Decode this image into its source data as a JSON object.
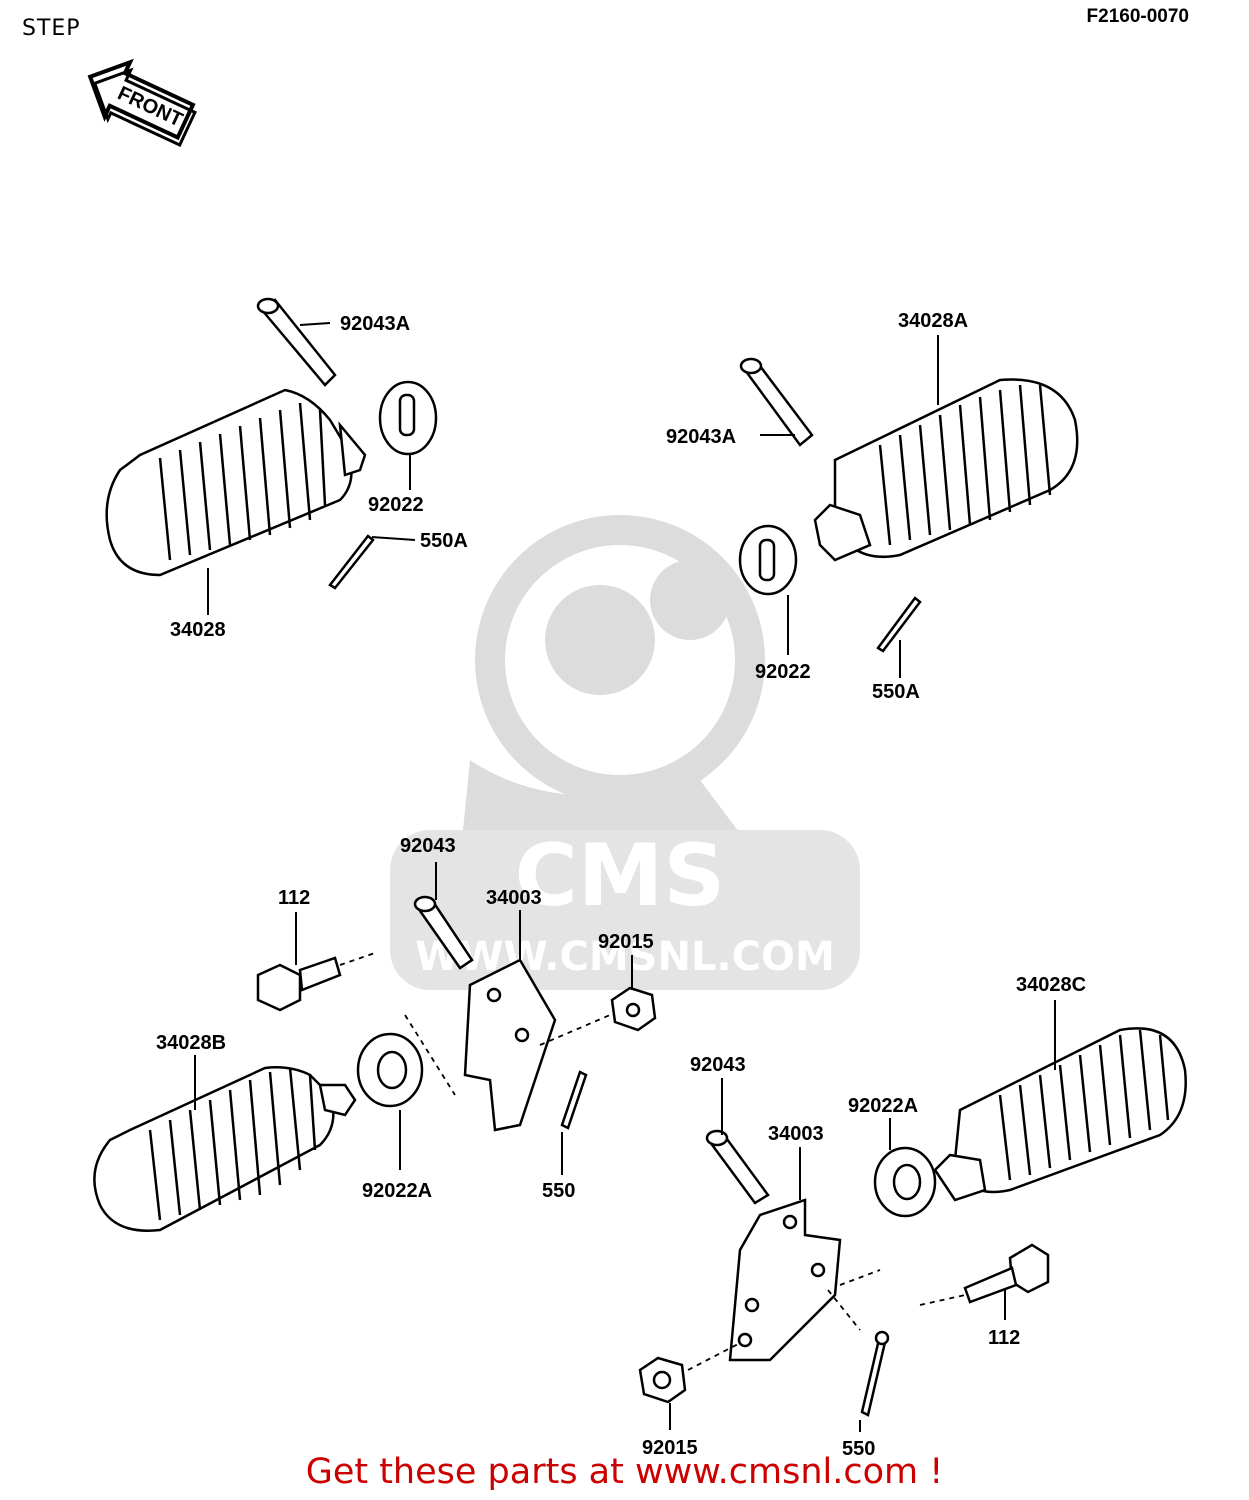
{
  "header": {
    "title": "STEP",
    "diagram_code": "F2160-0070"
  },
  "front_arrow": {
    "label": "FRONT",
    "icon": "front-arrow-icon"
  },
  "watermark": {
    "brand": "CMS",
    "url": "WWW.CMSNL.COM",
    "icon": "cms-mascot-watermark-icon"
  },
  "labels": {
    "p92043A_l": "92043A",
    "p34028A": "34028A",
    "p92043A_r": "92043A",
    "p92022_l": "92022",
    "p550A_l": "550A",
    "p34028": "34028",
    "p92022_r": "92022",
    "p550A_r": "550A",
    "p92043_l": "92043",
    "p112_l": "112",
    "p34003_l": "34003",
    "p92015_l": "92015",
    "p34028C": "34028C",
    "p34028B": "34028B",
    "p92043_r": "92043",
    "p92022A_r": "92022A",
    "p34003_r": "34003",
    "p92022A_l": "92022A",
    "p550_l": "550",
    "p112_r": "112",
    "p92015_r": "92015",
    "p550_r": "550"
  },
  "footer": {
    "cta": "Get these parts at www.cmsnl.com !",
    "color": "#cc0000"
  }
}
